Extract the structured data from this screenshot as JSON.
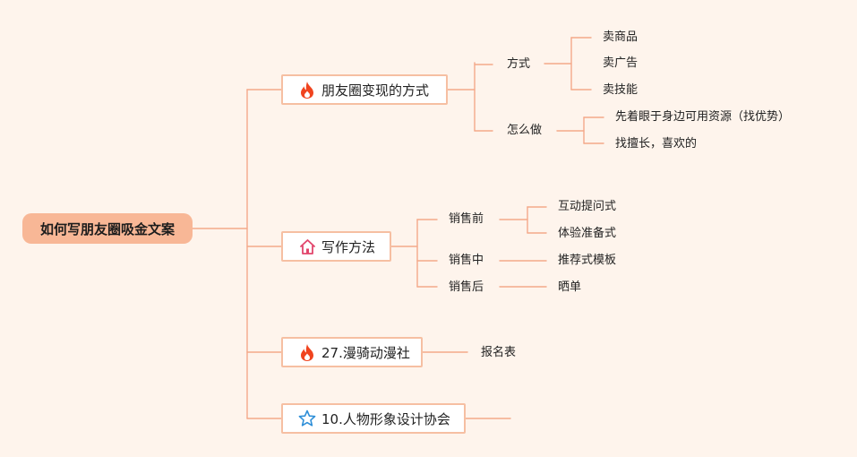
{
  "root": {
    "label": "如何写朋友圈吸金文案"
  },
  "branches": [
    {
      "label": "朋友圈变现的方式",
      "icon": "fire-icon",
      "children": [
        {
          "label": "方式",
          "children": [
            {
              "label": "卖商品"
            },
            {
              "label": "卖广告"
            },
            {
              "label": "卖技能"
            }
          ]
        },
        {
          "label": "怎么做",
          "children": [
            {
              "label": "先着眼于身边可用资源（找优势）"
            },
            {
              "label": "找擅长，喜欢的"
            }
          ]
        }
      ]
    },
    {
      "label": "写作方法",
      "icon": "house-icon",
      "children": [
        {
          "label": "销售前",
          "children": [
            {
              "label": "互动提问式"
            },
            {
              "label": "体验准备式"
            }
          ]
        },
        {
          "label": "销售中",
          "children": [
            {
              "label": "推荐式模板"
            }
          ]
        },
        {
          "label": "销售后",
          "children": [
            {
              "label": "晒单"
            }
          ]
        }
      ]
    },
    {
      "label": "27.漫骑动漫社",
      "icon": "fire-icon",
      "children": [
        {
          "label": "报名表"
        }
      ]
    },
    {
      "label": "10.人物形象设计协会",
      "icon": "star-icon",
      "children": []
    }
  ],
  "colors": {
    "background": "#FEF4EC",
    "root_fill": "#F8B796",
    "branch_border": "#F6BFA2",
    "connector": "#F4A98A",
    "fire_icon": "#F0441F",
    "house_icon": "#E2456B",
    "star_icon": "#2F8FD8"
  }
}
